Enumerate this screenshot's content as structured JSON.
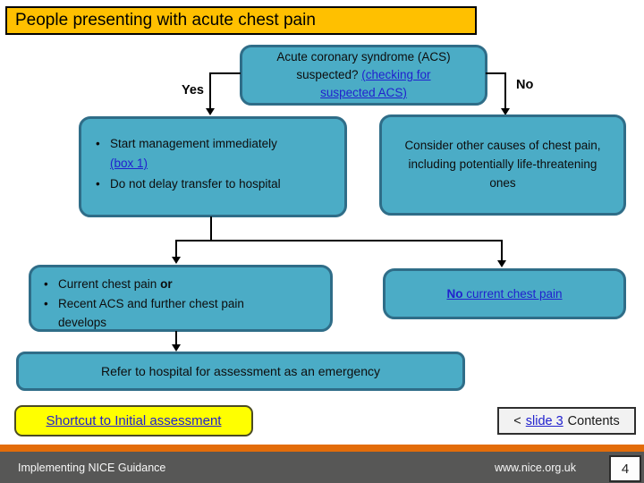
{
  "title": "People presenting with acute chest pain",
  "flowchart": {
    "decision": {
      "line1": "Acute coronary syndrome (ACS)",
      "line2_text": "suspected?",
      "line2_link": "(checking for",
      "line3_link": "suspected ACS)"
    },
    "yes_label": "Yes",
    "no_label": "No",
    "manage_box": {
      "bullet1": "Start management immediately",
      "bullet1_link": "(box 1)",
      "bullet2": "Do not delay transfer to hospital"
    },
    "other_causes_box": {
      "text": "Consider other causes of chest pain, including potentially life-threatening ones"
    },
    "current_pain_box": {
      "bullet1": "Current chest pain",
      "bullet1_bold": "or",
      "bullet2": "Recent ACS and further chest pain develops"
    },
    "no_current_pain_box": {
      "bold": "No",
      "rest": " current chest pain"
    },
    "refer_box": {
      "text": "Refer to hospital for assessment as an emergency"
    },
    "shortcut": {
      "text": "Shortcut to Initial assessment"
    },
    "bullet_char": "•"
  },
  "nav": {
    "prev": "<",
    "slide_link": "slide 3",
    "contents": "Contents"
  },
  "footer": {
    "left": "Implementing NICE Guidance",
    "right": "www.nice.org.uk",
    "page": "4"
  },
  "colors": {
    "box_fill": "#4BACC6",
    "box_border": "#2F6D88",
    "title_bg": "#FFC000",
    "shortcut_bg": "#FFFF00",
    "accent_orange": "#E36C0A",
    "footer_bg": "#575756",
    "link_blue": "#2121CE"
  }
}
